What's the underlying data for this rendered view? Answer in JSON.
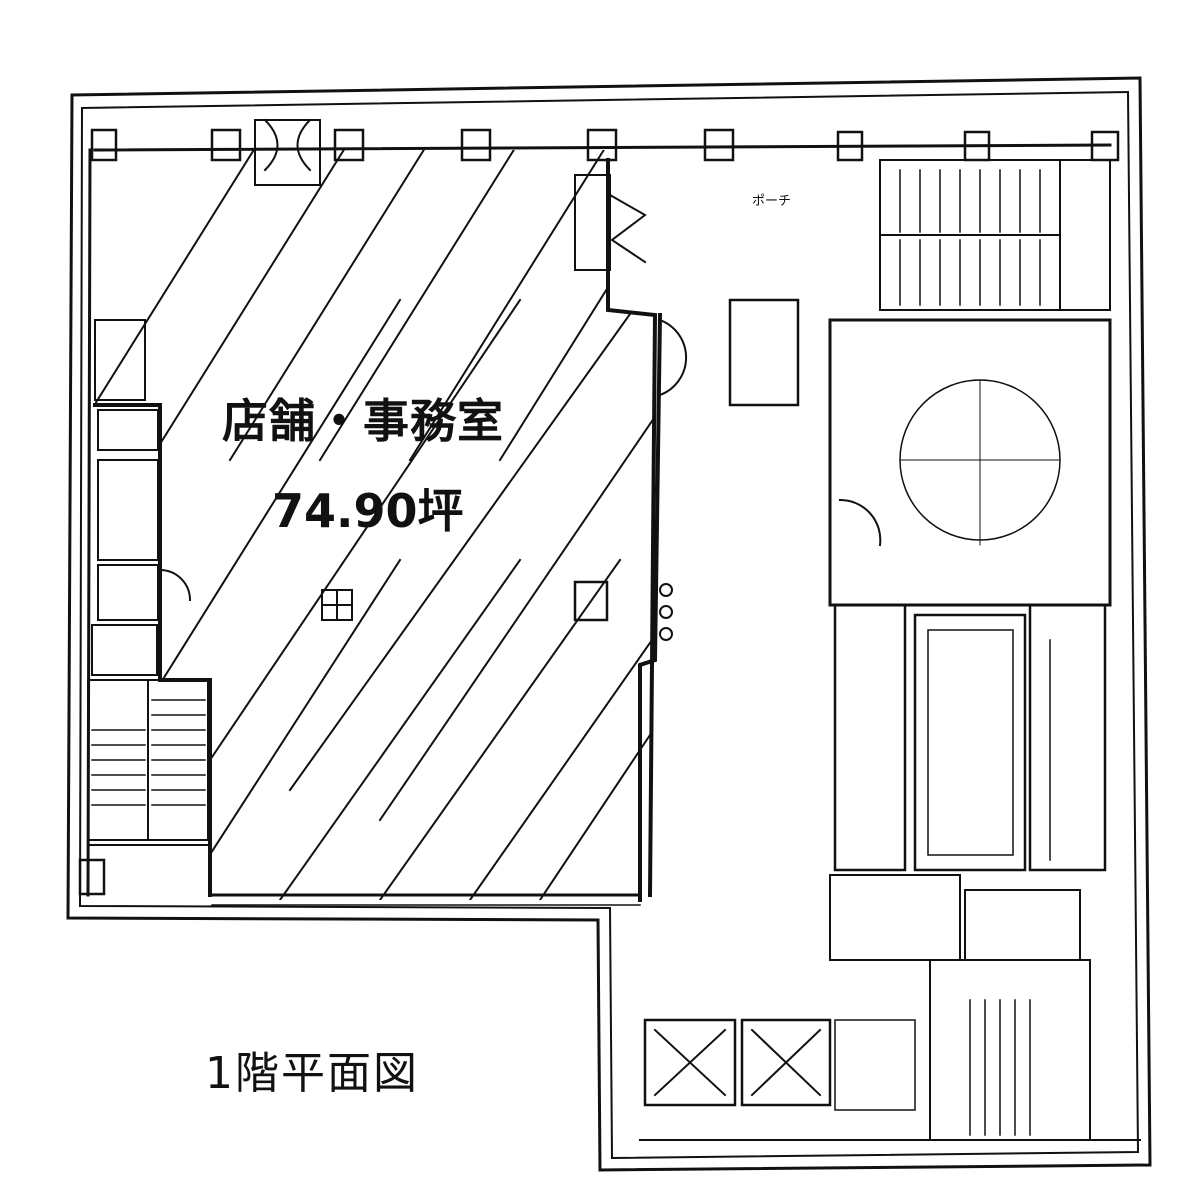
{
  "plan": {
    "room_name": "店舗・事務室",
    "room_area": "74.90坪",
    "drawing_title": "1階平面図",
    "porch_label": "ポーチ"
  },
  "colors": {
    "line": "#111111",
    "background": "#ffffff"
  }
}
